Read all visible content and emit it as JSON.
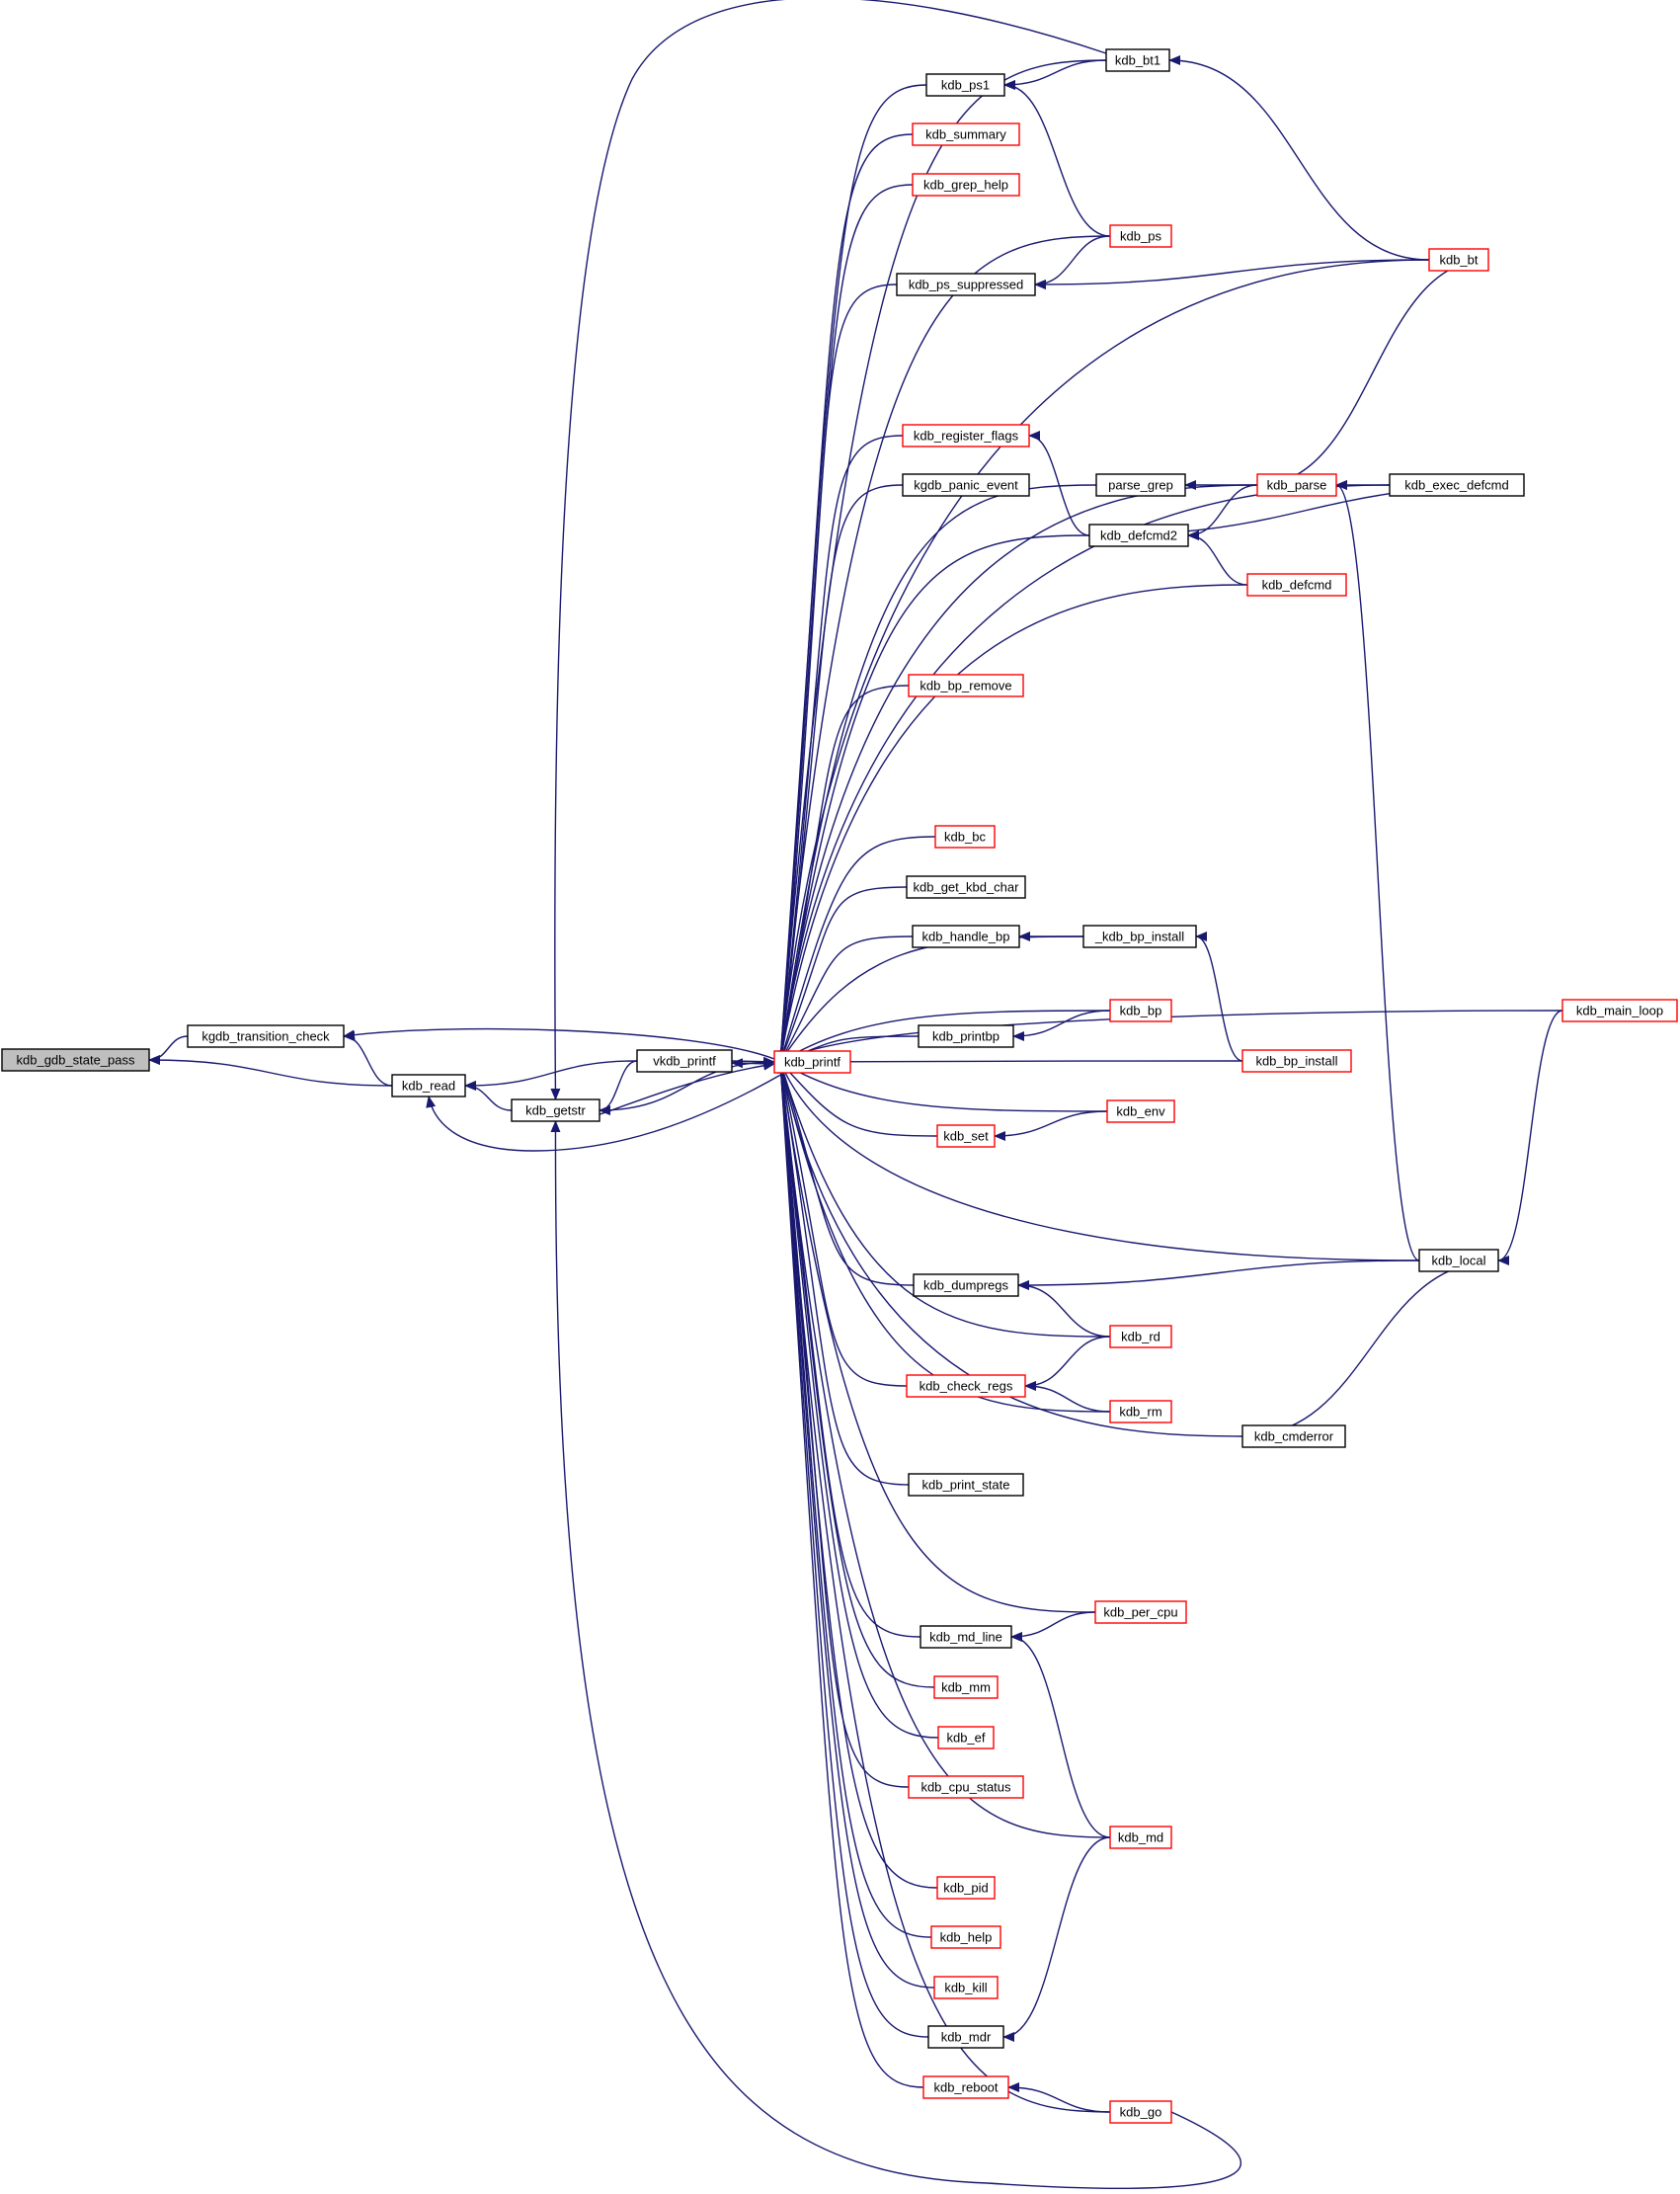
{
  "graph": {
    "title": "",
    "colors": {
      "edge": "#191970",
      "border_default": "#000000",
      "border_linked": "#ff0000",
      "fill_focus": "#bfbfbf",
      "fill_default": "#ffffff"
    },
    "nodes": [
      {
        "id": "kdb_gdb_state_pass",
        "label": "kdb_gdb_state_pass",
        "style": "focus"
      },
      {
        "id": "kgdb_transition_check",
        "label": "kgdb_transition_check",
        "style": "black"
      },
      {
        "id": "kdb_read",
        "label": "kdb_read",
        "style": "black"
      },
      {
        "id": "kdb_getstr",
        "label": "kdb_getstr",
        "style": "black"
      },
      {
        "id": "vkdb_printf",
        "label": "vkdb_printf",
        "style": "black"
      },
      {
        "id": "kdb_printf",
        "label": "kdb_printf",
        "style": "red"
      },
      {
        "id": "kdb_ps1",
        "label": "kdb_ps1",
        "style": "black"
      },
      {
        "id": "kdb_summary",
        "label": "kdb_summary",
        "style": "red"
      },
      {
        "id": "kdb_grep_help",
        "label": "kdb_grep_help",
        "style": "red"
      },
      {
        "id": "kdb_ps_suppressed",
        "label": "kdb_ps_suppressed",
        "style": "black"
      },
      {
        "id": "kdb_register_flags",
        "label": "kdb_register_flags",
        "style": "red"
      },
      {
        "id": "kgdb_panic_event",
        "label": "kgdb_panic_event",
        "style": "black"
      },
      {
        "id": "kdb_bp_remove",
        "label": "kdb_bp_remove",
        "style": "red"
      },
      {
        "id": "kdb_bc",
        "label": "kdb_bc",
        "style": "red"
      },
      {
        "id": "kdb_get_kbd_char",
        "label": "kdb_get_kbd_char",
        "style": "black"
      },
      {
        "id": "kdb_handle_bp",
        "label": "kdb_handle_bp",
        "style": "black"
      },
      {
        "id": "kdb_printbp",
        "label": "kdb_printbp",
        "style": "black"
      },
      {
        "id": "kdb_set",
        "label": "kdb_set",
        "style": "red"
      },
      {
        "id": "kdb_dumpregs",
        "label": "kdb_dumpregs",
        "style": "black"
      },
      {
        "id": "kdb_check_regs",
        "label": "kdb_check_regs",
        "style": "red"
      },
      {
        "id": "kdb_print_state",
        "label": "kdb_print_state",
        "style": "black"
      },
      {
        "id": "kdb_md_line",
        "label": "kdb_md_line",
        "style": "black"
      },
      {
        "id": "kdb_mm",
        "label": "kdb_mm",
        "style": "red"
      },
      {
        "id": "kdb_ef",
        "label": "kdb_ef",
        "style": "red"
      },
      {
        "id": "kdb_cpu_status",
        "label": "kdb_cpu_status",
        "style": "red"
      },
      {
        "id": "kdb_pid",
        "label": "kdb_pid",
        "style": "red"
      },
      {
        "id": "kdb_help",
        "label": "kdb_help",
        "style": "red"
      },
      {
        "id": "kdb_kill",
        "label": "kdb_kill",
        "style": "red"
      },
      {
        "id": "kdb_mdr",
        "label": "kdb_mdr",
        "style": "black"
      },
      {
        "id": "kdb_reboot",
        "label": "kdb_reboot",
        "style": "red"
      },
      {
        "id": "kdb_bt1",
        "label": "kdb_bt1",
        "style": "black"
      },
      {
        "id": "kdb_ps",
        "label": "kdb_ps",
        "style": "red"
      },
      {
        "id": "parse_grep",
        "label": "parse_grep",
        "style": "black"
      },
      {
        "id": "kdb_defcmd2",
        "label": "kdb_defcmd2",
        "style": "black"
      },
      {
        "id": "_kdb_bp_install",
        "label": "_kdb_bp_install",
        "style": "black"
      },
      {
        "id": "kdb_bp",
        "label": "kdb_bp",
        "style": "red"
      },
      {
        "id": "kdb_env",
        "label": "kdb_env",
        "style": "red"
      },
      {
        "id": "kdb_rd",
        "label": "kdb_rd",
        "style": "red"
      },
      {
        "id": "kdb_rm",
        "label": "kdb_rm",
        "style": "red"
      },
      {
        "id": "kdb_per_cpu",
        "label": "kdb_per_cpu",
        "style": "red"
      },
      {
        "id": "kdb_md",
        "label": "kdb_md",
        "style": "red"
      },
      {
        "id": "kdb_go",
        "label": "kdb_go",
        "style": "red"
      },
      {
        "id": "kdb_parse",
        "label": "kdb_parse",
        "style": "red"
      },
      {
        "id": "kdb_defcmd",
        "label": "kdb_defcmd",
        "style": "red"
      },
      {
        "id": "kdb_bp_install",
        "label": "kdb_bp_install",
        "style": "red"
      },
      {
        "id": "kdb_cmderror",
        "label": "kdb_cmderror",
        "style": "black"
      },
      {
        "id": "kdb_bt",
        "label": "kdb_bt",
        "style": "red"
      },
      {
        "id": "kdb_exec_defcmd",
        "label": "kdb_exec_defcmd",
        "style": "black"
      },
      {
        "id": "kdb_local",
        "label": "kdb_local",
        "style": "black"
      },
      {
        "id": "kdb_main_loop",
        "label": "kdb_main_loop",
        "style": "red"
      }
    ],
    "edges": [
      {
        "from": "kgdb_transition_check",
        "to": "kdb_gdb_state_pass"
      },
      {
        "from": "kdb_read",
        "to": "kdb_gdb_state_pass"
      },
      {
        "from": "kdb_read",
        "to": "kgdb_transition_check"
      },
      {
        "from": "kdb_printf",
        "to": "kgdb_transition_check"
      },
      {
        "from": "kdb_getstr",
        "to": "kdb_read"
      },
      {
        "from": "vkdb_printf",
        "to": "kdb_read"
      },
      {
        "from": "kdb_printf",
        "to": "kdb_read"
      },
      {
        "from": "vkdb_printf",
        "to": "kdb_getstr"
      },
      {
        "from": "kdb_printf",
        "to": "kdb_getstr"
      },
      {
        "from": "kdb_bt1",
        "to": "kdb_getstr"
      },
      {
        "from": "kdb_go",
        "to": "kdb_getstr"
      },
      {
        "from": "kdb_printf",
        "to": "vkdb_printf"
      },
      {
        "from": "vkdb_printf",
        "to": "kdb_printf"
      },
      {
        "from": "kdb_getstr",
        "to": "kdb_printf"
      },
      {
        "from": "kdb_ps1",
        "to": "kdb_printf"
      },
      {
        "from": "kdb_summary",
        "to": "kdb_printf"
      },
      {
        "from": "kdb_grep_help",
        "to": "kdb_printf"
      },
      {
        "from": "kdb_ps_suppressed",
        "to": "kdb_printf"
      },
      {
        "from": "kdb_register_flags",
        "to": "kdb_printf"
      },
      {
        "from": "kgdb_panic_event",
        "to": "kdb_printf"
      },
      {
        "from": "kdb_bp_remove",
        "to": "kdb_printf"
      },
      {
        "from": "kdb_bc",
        "to": "kdb_printf"
      },
      {
        "from": "kdb_get_kbd_char",
        "to": "kdb_printf"
      },
      {
        "from": "kdb_handle_bp",
        "to": "kdb_printf"
      },
      {
        "from": "kdb_printbp",
        "to": "kdb_printf"
      },
      {
        "from": "kdb_set",
        "to": "kdb_printf"
      },
      {
        "from": "kdb_dumpregs",
        "to": "kdb_printf"
      },
      {
        "from": "kdb_check_regs",
        "to": "kdb_printf"
      },
      {
        "from": "kdb_print_state",
        "to": "kdb_printf"
      },
      {
        "from": "kdb_md_line",
        "to": "kdb_printf"
      },
      {
        "from": "kdb_mm",
        "to": "kdb_printf"
      },
      {
        "from": "kdb_ef",
        "to": "kdb_printf"
      },
      {
        "from": "kdb_cpu_status",
        "to": "kdb_printf"
      },
      {
        "from": "kdb_pid",
        "to": "kdb_printf"
      },
      {
        "from": "kdb_help",
        "to": "kdb_printf"
      },
      {
        "from": "kdb_kill",
        "to": "kdb_printf"
      },
      {
        "from": "kdb_mdr",
        "to": "kdb_printf"
      },
      {
        "from": "kdb_reboot",
        "to": "kdb_printf"
      },
      {
        "from": "kdb_bt1",
        "to": "kdb_printf"
      },
      {
        "from": "kdb_bt",
        "to": "kdb_printf"
      },
      {
        "from": "kdb_ps",
        "to": "kdb_printf"
      },
      {
        "from": "kdb_exec_defcmd",
        "to": "kdb_printf"
      },
      {
        "from": "kdb_parse",
        "to": "kdb_printf"
      },
      {
        "from": "parse_grep",
        "to": "kdb_printf"
      },
      {
        "from": "kdb_defcmd2",
        "to": "kdb_printf"
      },
      {
        "from": "kdb_defcmd",
        "to": "kdb_printf"
      },
      {
        "from": "kdb_main_loop",
        "to": "kdb_printf"
      },
      {
        "from": "_kdb_bp_install",
        "to": "kdb_printf"
      },
      {
        "from": "kdb_bp",
        "to": "kdb_printf"
      },
      {
        "from": "kdb_env",
        "to": "kdb_printf"
      },
      {
        "from": "kdb_bp_install",
        "to": "kdb_printf"
      },
      {
        "from": "kdb_local",
        "to": "kdb_printf"
      },
      {
        "from": "kdb_rd",
        "to": "kdb_printf"
      },
      {
        "from": "kdb_rm",
        "to": "kdb_printf"
      },
      {
        "from": "kdb_cmderror",
        "to": "kdb_printf"
      },
      {
        "from": "kdb_per_cpu",
        "to": "kdb_printf"
      },
      {
        "from": "kdb_md",
        "to": "kdb_printf"
      },
      {
        "from": "kdb_go",
        "to": "kdb_printf"
      },
      {
        "from": "kdb_bt1",
        "to": "kdb_ps1"
      },
      {
        "from": "kdb_ps",
        "to": "kdb_ps1"
      },
      {
        "from": "kdb_bt",
        "to": "kdb_bt1"
      },
      {
        "from": "kdb_ps",
        "to": "kdb_ps_suppressed"
      },
      {
        "from": "kdb_bt",
        "to": "kdb_ps_suppressed"
      },
      {
        "from": "kdb_defcmd2",
        "to": "kdb_register_flags"
      },
      {
        "from": "kdb_parse",
        "to": "parse_grep"
      },
      {
        "from": "kdb_parse",
        "to": "kdb_bt"
      },
      {
        "from": "kdb_exec_defcmd",
        "to": "kdb_parse"
      },
      {
        "from": "kdb_local",
        "to": "kdb_parse"
      },
      {
        "from": "kdb_parse",
        "to": "kdb_defcmd2"
      },
      {
        "from": "kdb_defcmd",
        "to": "kdb_defcmd2"
      },
      {
        "from": "kdb_defcmd2",
        "to": "kdb_exec_defcmd"
      },
      {
        "from": "_kdb_bp_install",
        "to": "kdb_handle_bp"
      },
      {
        "from": "kdb_bp_install",
        "to": "_kdb_bp_install"
      },
      {
        "from": "kdb_bp",
        "to": "kdb_printbp"
      },
      {
        "from": "kdb_env",
        "to": "kdb_set"
      },
      {
        "from": "kdb_local",
        "to": "kdb_dumpregs"
      },
      {
        "from": "kdb_rd",
        "to": "kdb_dumpregs"
      },
      {
        "from": "kdb_rd",
        "to": "kdb_check_regs"
      },
      {
        "from": "kdb_rm",
        "to": "kdb_check_regs"
      },
      {
        "from": "kdb_cmderror",
        "to": "kdb_local"
      },
      {
        "from": "kdb_main_loop",
        "to": "kdb_local"
      },
      {
        "from": "kdb_per_cpu",
        "to": "kdb_md_line"
      },
      {
        "from": "kdb_md",
        "to": "kdb_md_line"
      },
      {
        "from": "kdb_md",
        "to": "kdb_mdr"
      },
      {
        "from": "kdb_go",
        "to": "kdb_reboot"
      }
    ]
  }
}
